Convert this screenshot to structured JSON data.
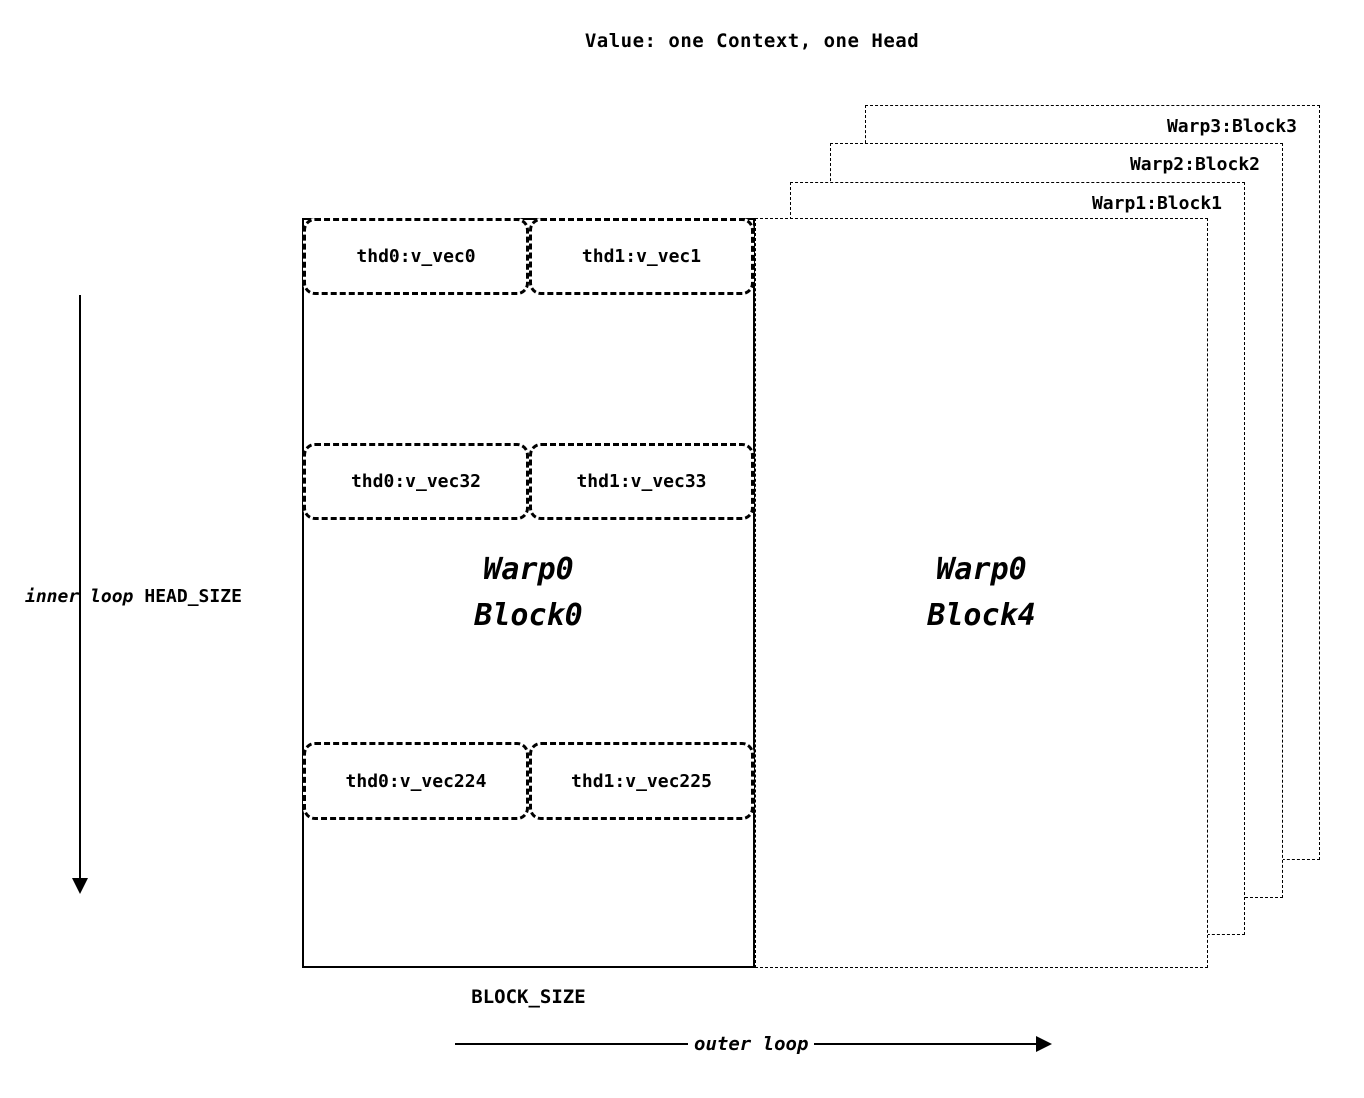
{
  "title": "Value: one Context, one Head",
  "stack_blocks": [
    {
      "label": "Warp3:Block3"
    },
    {
      "label": "Warp2:Block2"
    },
    {
      "label": "Warp1:Block1"
    }
  ],
  "right_block": {
    "title_line1": "Warp0",
    "title_line2": "Block4"
  },
  "main_block": {
    "title_line1": "Warp0",
    "title_line2": "Block0",
    "rows": [
      [
        "thd0:v_vec0",
        "thd1:v_vec1"
      ],
      [
        "thd0:v_vec32",
        "thd1:v_vec33"
      ],
      [
        "thd0:v_vec224",
        "thd1:v_vec225"
      ]
    ]
  },
  "labels": {
    "inner_loop": "inner loop",
    "head_size": "HEAD_SIZE",
    "block_size": "BLOCK_SIZE",
    "outer_loop": "outer loop"
  }
}
